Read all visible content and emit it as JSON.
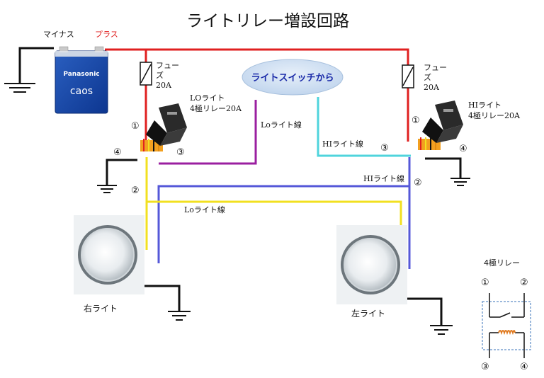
{
  "title": "ライトリレー増設回路",
  "battery": {
    "minus": "マイナス",
    "plus": "プラス",
    "brand": "Panasonic",
    "model": "caos"
  },
  "fuse_left": {
    "name": "フューズ",
    "rating": "20A"
  },
  "fuse_right": {
    "name": "フューズ",
    "rating": "20A"
  },
  "switch_label": "ライトスイッチから",
  "relay_lo": {
    "line1": "LOライト",
    "line2": "4極リレー20A"
  },
  "relay_hi": {
    "line1": "HIライト",
    "line2": "4極リレー20A"
  },
  "terminals": {
    "t1": "①",
    "t2": "②",
    "t3": "③",
    "t4": "④"
  },
  "wires": {
    "lo_switch": "Loライト線",
    "hi_switch": "HIライト線",
    "hi_feed": "HIライト線",
    "lo_feed": "Loライト線"
  },
  "lamp_right": "右ライト",
  "lamp_left": "左ライト",
  "legend": {
    "title": "4極リレー"
  },
  "colors": {
    "power": "#e02020",
    "ground": "#111111",
    "lo_signal": "#9b1fa0",
    "hi_signal": "#4fd4dc",
    "hi_feed": "#5558d8",
    "lo_feed": "#f2e020",
    "switch_bubble": "#cfe0f2",
    "plus_label": "#e02020"
  }
}
